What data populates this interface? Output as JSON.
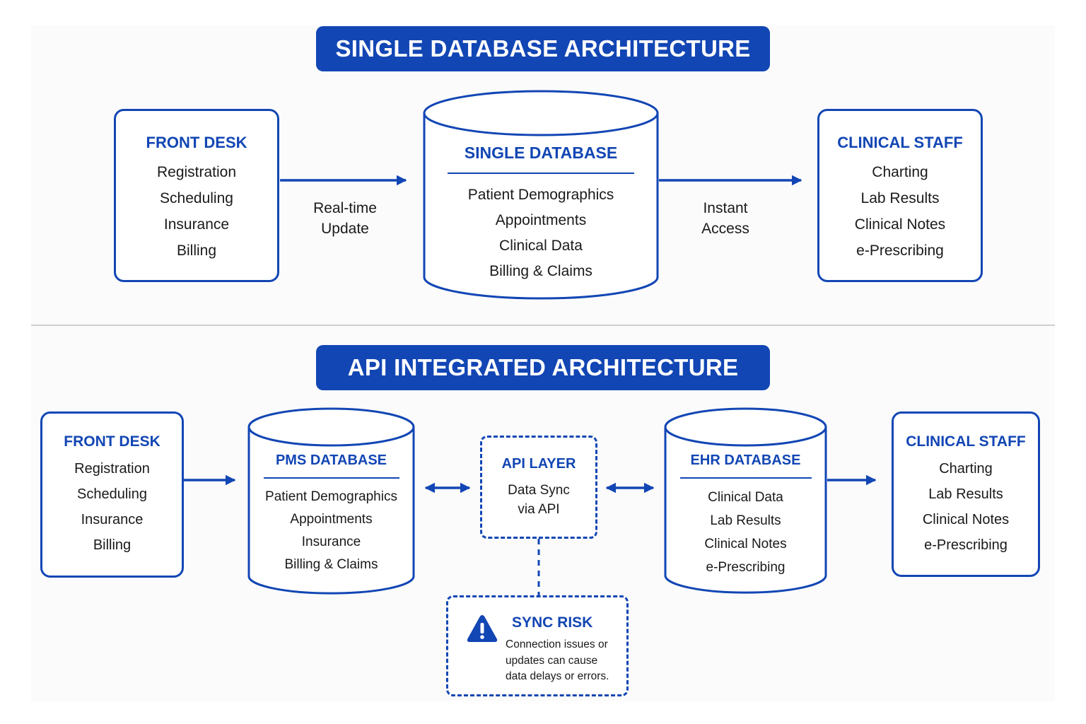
{
  "colors": {
    "primary": "#1246b4",
    "text": "#1a1a1a",
    "divider": "#cfcfcf"
  },
  "top": {
    "banner": "SINGLE DATABASE ARCHITECTURE",
    "front_desk": {
      "title": "FRONT DESK",
      "items": [
        "Registration",
        "Scheduling",
        "Insurance",
        "Billing"
      ]
    },
    "arrow1_label": [
      "Real-time",
      "Update"
    ],
    "database": {
      "title": "SINGLE DATABASE",
      "items": [
        "Patient Demographics",
        "Appointments",
        "Clinical Data",
        "Billing & Claims"
      ]
    },
    "arrow2_label": [
      "Instant",
      "Access"
    ],
    "clinical_staff": {
      "title": "CLINICAL STAFF",
      "items": [
        "Charting",
        "Lab Results",
        "Clinical Notes",
        "e-Prescribing"
      ]
    }
  },
  "bottom": {
    "banner": "API INTEGRATED ARCHITECTURE",
    "front_desk": {
      "title": "FRONT DESK",
      "items": [
        "Registration",
        "Scheduling",
        "Insurance",
        "Billing"
      ]
    },
    "pms_database": {
      "title": "PMS DATABASE",
      "items": [
        "Patient Demographics",
        "Appointments",
        "Insurance",
        "Billing & Claims"
      ]
    },
    "api_layer": {
      "title": "API LAYER",
      "lines": [
        "Data Sync",
        "via API"
      ]
    },
    "ehr_database": {
      "title": "EHR DATABASE",
      "items": [
        "Clinical Data",
        "Lab Results",
        "Clinical Notes",
        "e-Prescribing"
      ]
    },
    "clinical_staff": {
      "title": "CLINICAL STAFF",
      "items": [
        "Charting",
        "Lab Results",
        "Clinical Notes",
        "e-Prescribing"
      ]
    },
    "sync_risk": {
      "icon": "warning-icon",
      "title": "SYNC RISK",
      "lines": [
        "Connection issues or",
        "updates can cause",
        "data delays or errors."
      ]
    }
  }
}
